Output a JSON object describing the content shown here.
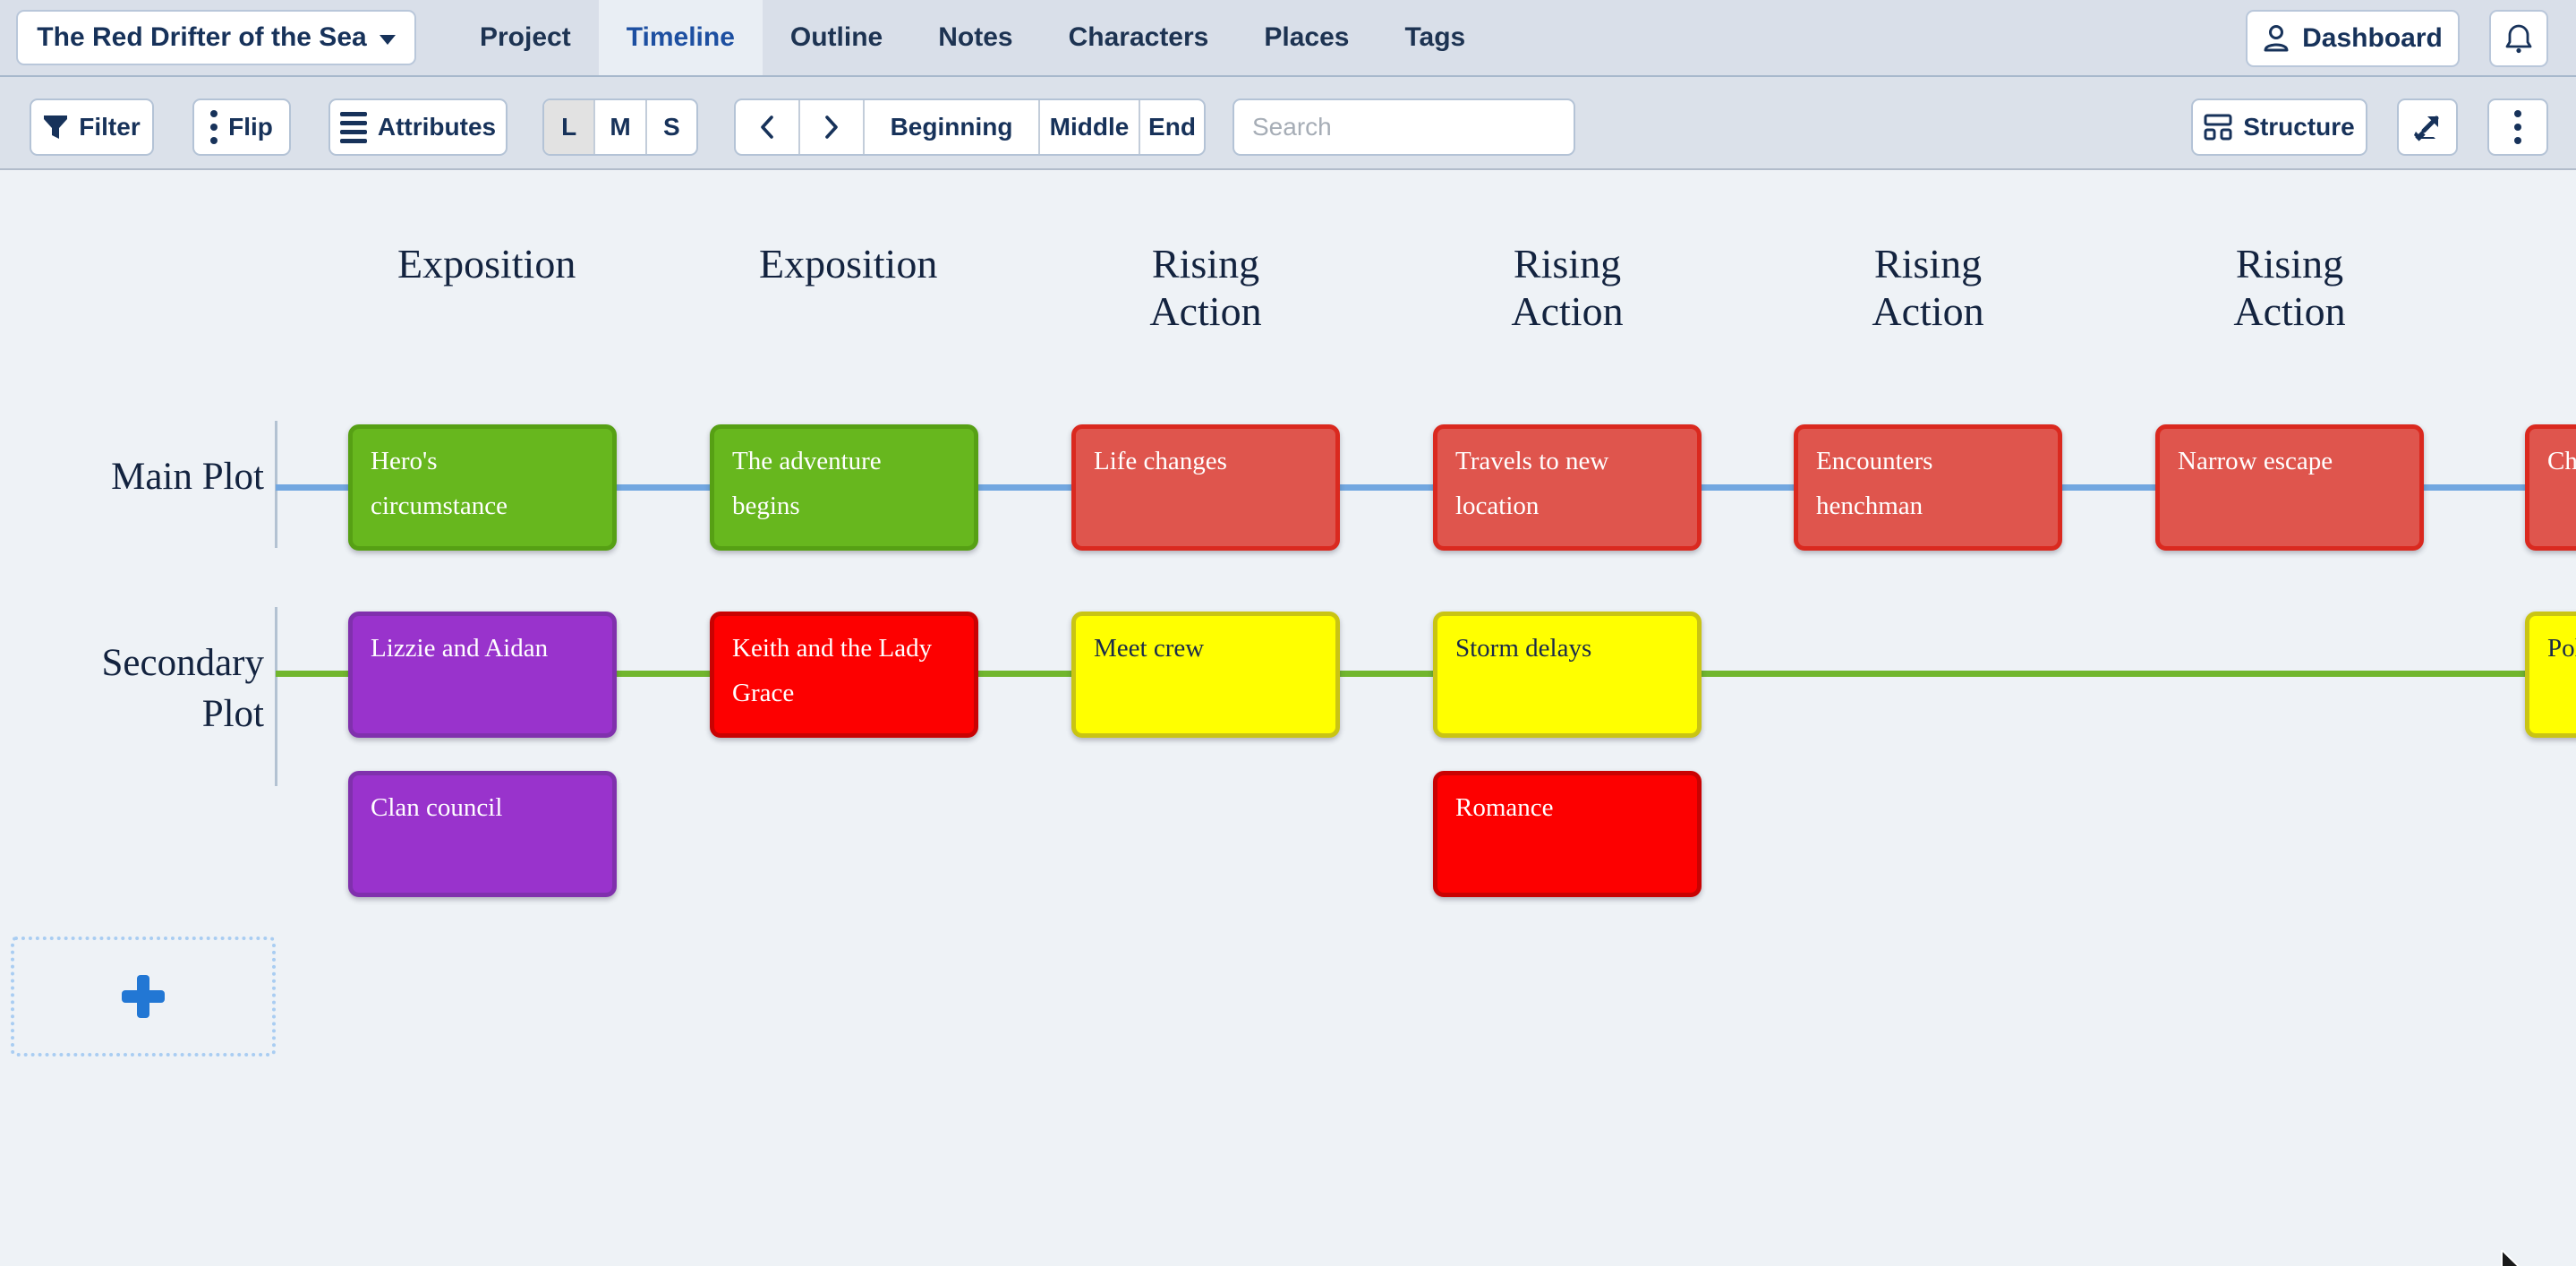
{
  "header": {
    "project_selector": "The Red Drifter of the Sea",
    "tabs": [
      {
        "label": "Project",
        "active": false
      },
      {
        "label": "Timeline",
        "active": true
      },
      {
        "label": "Outline",
        "active": false
      },
      {
        "label": "Notes",
        "active": false
      },
      {
        "label": "Characters",
        "active": false
      },
      {
        "label": "Places",
        "active": false
      },
      {
        "label": "Tags",
        "active": false
      }
    ],
    "dashboard": "Dashboard"
  },
  "toolbar": {
    "filter": "Filter",
    "flip": "Flip",
    "attributes": "Attributes",
    "sizes": [
      {
        "label": "L",
        "selected": true
      },
      {
        "label": "M",
        "selected": false
      },
      {
        "label": "S",
        "selected": false
      }
    ],
    "jump": [
      "Beginning",
      "Middle",
      "End"
    ],
    "search_placeholder": "Search",
    "structure": "Structure"
  },
  "timeline": {
    "columns": [
      "Exposition",
      "Exposition",
      "Rising Action",
      "Rising Action",
      "Rising Action",
      "Rising Action"
    ],
    "rows": [
      {
        "label": "Main Plot",
        "line_color": "#72a7e0"
      },
      {
        "label": "Secondary Plot",
        "line_color": "#71b62e"
      }
    ],
    "cards": [
      {
        "text": "Hero's\ncircumstance",
        "row": "Main Plot",
        "column": 1,
        "fill": "#67b71e",
        "border": "#56a014"
      },
      {
        "text": "The adventure\nbegins",
        "row": "Main Plot",
        "column": 2,
        "fill": "#67b71e",
        "border": "#56a014"
      },
      {
        "text": "Life changes",
        "row": "Main Plot",
        "column": 3,
        "fill": "#df554d",
        "border": "#da291f"
      },
      {
        "text": "Travels to new\nlocation",
        "row": "Main Plot",
        "column": 4,
        "fill": "#df554d",
        "border": "#da291f"
      },
      {
        "text": "Encounters\nhenchman",
        "row": "Main Plot",
        "column": 5,
        "fill": "#df554d",
        "border": "#da291f"
      },
      {
        "text": "Narrow escape",
        "row": "Main Plot",
        "column": 6,
        "fill": "#df554d",
        "border": "#da291f"
      },
      {
        "text": "Cha",
        "row": "Main Plot",
        "column": 7,
        "fill": "#df554d",
        "border": "#da291f",
        "clipped": true
      },
      {
        "text": "Lizzie and Aidan",
        "row": "Secondary Plot",
        "column": 1,
        "fill": "#9933cc",
        "border": "#8030ad"
      },
      {
        "text": "Keith and the Lady\nGrace",
        "row": "Secondary Plot",
        "column": 2,
        "fill": "#fd0000",
        "border": "#c90202"
      },
      {
        "text": "Meet crew",
        "row": "Secondary Plot",
        "column": 3,
        "fill": "#ffff00",
        "border": "#c9c414"
      },
      {
        "text": "Storm delays",
        "row": "Secondary Plot",
        "column": 4,
        "fill": "#ffff00",
        "border": "#c9c414"
      },
      {
        "text": "Poli",
        "row": "Secondary Plot",
        "column": 7,
        "fill": "#ffff00",
        "border": "#c9c414",
        "clipped": true
      },
      {
        "text": "Clan council",
        "row": "Secondary Plot",
        "column": 1,
        "stack": 2,
        "fill": "#9933cc",
        "border": "#8030ad"
      },
      {
        "text": "Romance",
        "row": "Secondary Plot",
        "column": 4,
        "stack": 2,
        "fill": "#fd0000",
        "border": "#c90202"
      }
    ]
  },
  "colors": {
    "canvas_background": "#eef2f6",
    "bar_background": "#d9dfe9",
    "accent_blue": "#2277d4",
    "text_navy": "#17325a"
  }
}
